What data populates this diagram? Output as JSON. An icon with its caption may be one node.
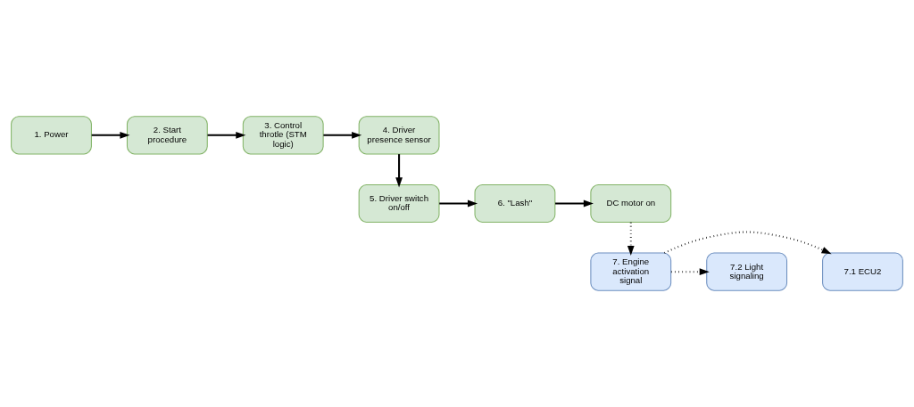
{
  "diagram": {
    "nodes": [
      {
        "text": [
          "1. Power"
        ]
      },
      {
        "text": [
          "2. Start procedure"
        ]
      },
      {
        "text": [
          "3. Control throtle (STM logic)"
        ]
      },
      {
        "text": [
          "4. Driver presence sensor"
        ]
      },
      {
        "text": [
          "5. Driver switch on/off"
        ]
      },
      {
        "text": [
          "6. \"Lash\""
        ]
      },
      {
        "text": [
          "DC motor on"
        ]
      },
      {
        "text": [
          "7. Engine activation signal"
        ]
      },
      {
        "text": [
          "7.1 ECU2"
        ]
      },
      {
        "text": [
          "7.2 Light signaling"
        ]
      }
    ],
    "edges": [
      {
        "from": 0,
        "to": 1,
        "arrow": "to"
      },
      {
        "from": 1,
        "to": 2,
        "arrow": "to"
      },
      {
        "from": 2,
        "to": 3,
        "arrow": "to"
      },
      {
        "from": 3,
        "to": 4,
        "arrow": "to"
      },
      {
        "from": 4,
        "to": 5,
        "arrow": "to"
      },
      {
        "from": 5,
        "to": 6,
        "arrow": "to"
      },
      {
        "from": 6,
        "to": 7,
        "arrow": "to",
        "style": "dashed"
      },
      {
        "from": 7,
        "to": 8,
        "arrow": "to",
        "style": "dashed"
      },
      {
        "from": 7,
        "to": 9,
        "arrow": "to",
        "style": "dashed"
      }
    ]
  }
}
